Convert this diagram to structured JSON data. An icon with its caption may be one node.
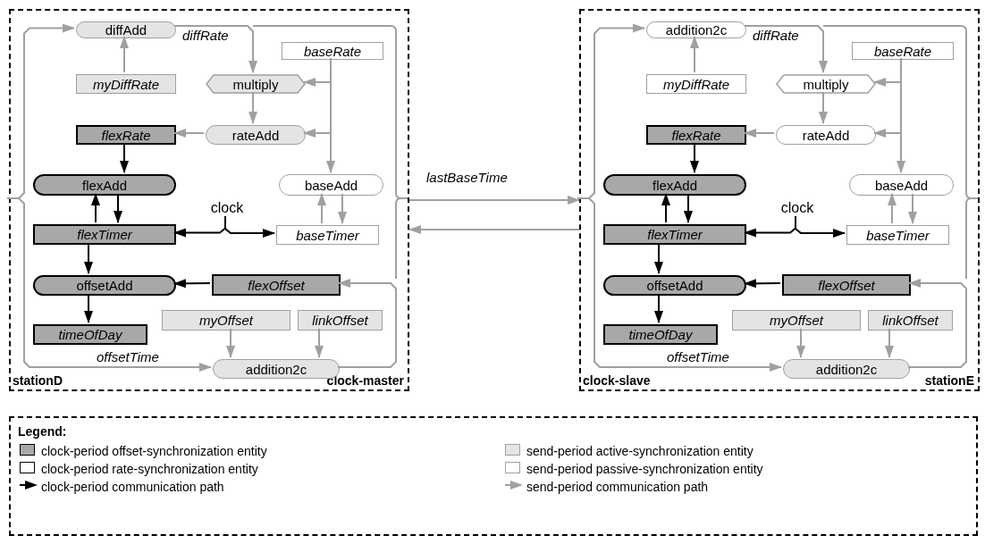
{
  "diagram": {
    "nodes": [
      {
        "text": [
          "stationD",
          "clock-master"
        ]
      },
      {
        "text": [
          "diffAdd"
        ],
        "in": 0
      },
      {
        "text": [
          "baseRate"
        ],
        "in": 0
      },
      {
        "text": [
          "myDiffRate"
        ],
        "in": 0
      },
      {
        "text": [
          "multiply"
        ],
        "in": 0
      },
      {
        "text": [
          "flexRate"
        ],
        "in": 0
      },
      {
        "text": [
          "rateAdd"
        ],
        "in": 0
      },
      {
        "text": [
          "flexAdd"
        ],
        "in": 0
      },
      {
        "text": [
          "baseAdd"
        ],
        "in": 0
      },
      {
        "text": [
          "clock"
        ],
        "in": 0
      },
      {
        "text": [
          "flexTimer"
        ],
        "in": 0
      },
      {
        "text": [
          "baseTimer"
        ],
        "in": 0
      },
      {
        "text": [
          "offsetAdd"
        ],
        "in": 0
      },
      {
        "text": [
          "flexOffset"
        ],
        "in": 0
      },
      {
        "text": [
          "myOffset"
        ],
        "in": 0
      },
      {
        "text": [
          "linkOffset"
        ],
        "in": 0
      },
      {
        "text": [
          "timeOfDay"
        ],
        "in": 0
      },
      {
        "text": [
          "addition2c"
        ],
        "in": 0
      },
      {
        "text": [
          "clock-slave",
          "stationE"
        ]
      },
      {
        "text": [
          "addition2c"
        ],
        "in": 18
      },
      {
        "text": [
          "baseRate"
        ],
        "in": 18
      },
      {
        "text": [
          "myDiffRate"
        ],
        "in": 18
      },
      {
        "text": [
          "multiply"
        ],
        "in": 18
      },
      {
        "text": [
          "flexRate"
        ],
        "in": 18
      },
      {
        "text": [
          "rateAdd"
        ],
        "in": 18
      },
      {
        "text": [
          "flexAdd"
        ],
        "in": 18
      },
      {
        "text": [
          "baseAdd"
        ],
        "in": 18
      },
      {
        "text": [
          "clock"
        ],
        "in": 18
      },
      {
        "text": [
          "flexTimer"
        ],
        "in": 18
      },
      {
        "text": [
          "baseTimer"
        ],
        "in": 18
      },
      {
        "text": [
          "offsetAdd"
        ],
        "in": 18
      },
      {
        "text": [
          "flexOffset"
        ],
        "in": 18
      },
      {
        "text": [
          "myOffset"
        ],
        "in": 18
      },
      {
        "text": [
          "linkOffset"
        ],
        "in": 18
      },
      {
        "text": [
          "timeOfDay"
        ],
        "in": 18
      },
      {
        "text": [
          "addition2c"
        ],
        "in": 18
      }
    ],
    "edges": [
      {
        "from": 3,
        "to": 1,
        "arrow": "to"
      },
      {
        "from": 1,
        "to": 4,
        "arrow": "to",
        "label": "diffRate"
      },
      {
        "from": 2,
        "to": 4,
        "arrow": "to"
      },
      {
        "from": 2,
        "to": 6,
        "arrow": "to"
      },
      {
        "from": 2,
        "to": 8,
        "arrow": "to"
      },
      {
        "from": 4,
        "to": 6,
        "arrow": "to"
      },
      {
        "from": 6,
        "to": 5,
        "arrow": "to"
      },
      {
        "from": 5,
        "to": 7,
        "arrow": "to",
        "color": "#000000"
      },
      {
        "from": 10,
        "to": 7,
        "arrow": "to",
        "color": "#000000"
      },
      {
        "from": 7,
        "to": 10,
        "arrow": "to",
        "color": "#000000"
      },
      {
        "from": 9,
        "to": 10,
        "arrow": "to",
        "color": "#000000"
      },
      {
        "from": 9,
        "to": 11,
        "arrow": "to",
        "color": "#000000"
      },
      {
        "from": 11,
        "to": 8,
        "arrow": "to"
      },
      {
        "from": 8,
        "to": 11,
        "arrow": "to"
      },
      {
        "from": 10,
        "to": 12,
        "arrow": "to",
        "color": "#000000"
      },
      {
        "from": 13,
        "to": 12,
        "arrow": "to",
        "color": "#000000"
      },
      {
        "from": 12,
        "to": 16,
        "arrow": "to",
        "color": "#000000"
      },
      {
        "from": 14,
        "to": 17,
        "arrow": "to"
      },
      {
        "from": 15,
        "to": 17,
        "arrow": "to"
      },
      {
        "from": 17,
        "to": 13,
        "arrow": "to"
      },
      {
        "from": null,
        "to": 1,
        "arrow": "to"
      },
      {
        "from": null,
        "to": 17,
        "arrow": "to",
        "label": "offsetTime"
      },
      {
        "from": 21,
        "to": 19,
        "arrow": "to"
      },
      {
        "from": 19,
        "to": 22,
        "arrow": "to",
        "label": "diffRate"
      },
      {
        "from": 20,
        "to": 22,
        "arrow": "to"
      },
      {
        "from": 20,
        "to": 24,
        "arrow": "to"
      },
      {
        "from": 20,
        "to": 26,
        "arrow": "to"
      },
      {
        "from": 22,
        "to": 24,
        "arrow": "to"
      },
      {
        "from": 24,
        "to": 23,
        "arrow": "to"
      },
      {
        "from": 23,
        "to": 25,
        "arrow": "to",
        "color": "#000000"
      },
      {
        "from": 28,
        "to": 25,
        "arrow": "to",
        "color": "#000000"
      },
      {
        "from": 25,
        "to": 28,
        "arrow": "to",
        "color": "#000000"
      },
      {
        "from": 27,
        "to": 28,
        "arrow": "to",
        "color": "#000000"
      },
      {
        "from": 27,
        "to": 29,
        "arrow": "to",
        "color": "#000000"
      },
      {
        "from": 29,
        "to": 26,
        "arrow": "to"
      },
      {
        "from": 26,
        "to": 29,
        "arrow": "to"
      },
      {
        "from": 28,
        "to": 30,
        "arrow": "to",
        "color": "#000000"
      },
      {
        "from": 31,
        "to": 30,
        "arrow": "to",
        "color": "#000000"
      },
      {
        "from": 30,
        "to": 34,
        "arrow": "to",
        "color": "#000000"
      },
      {
        "from": 32,
        "to": 35,
        "arrow": "to"
      },
      {
        "from": 33,
        "to": 35,
        "arrow": "to"
      },
      {
        "from": 35,
        "to": 31,
        "arrow": "to"
      },
      {
        "from": null,
        "to": 19,
        "arrow": "to"
      },
      {
        "from": null,
        "to": 35,
        "arrow": "to",
        "label": "offsetTime"
      },
      {
        "from": 0,
        "to": 18,
        "arrow": "to",
        "label": "lastBaseTime"
      },
      {
        "from": 18,
        "to": 0,
        "arrow": "to"
      }
    ],
    "labels": [
      "Legend:"
    ],
    "legend": [
      {
        "text": "clock-period offset-synchronization entity",
        "color": "#a8a8a8"
      },
      {
        "text": "send-period active-synchronization entity",
        "color": "#e4e4e4"
      },
      {
        "text": "clock-period rate-synchronization entity",
        "color": "#ffffff"
      },
      {
        "text": "send-period passive-synchronization entity",
        "color": "#ffffff"
      },
      {
        "text": "clock-period communication path"
      },
      {
        "text": "send-period communication path"
      }
    ]
  }
}
